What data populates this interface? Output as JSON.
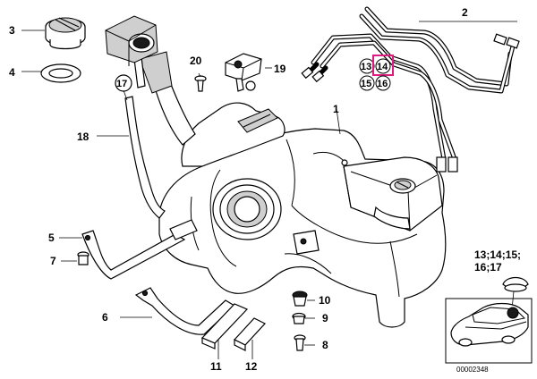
{
  "callouts": {
    "c1": "1",
    "c2": "2",
    "c3": "3",
    "c4": "4",
    "c5": "5",
    "c6": "6",
    "c7": "7",
    "c8": "8",
    "c9": "9",
    "c10": "10",
    "c11": "11",
    "c12": "12",
    "c13": "13",
    "c14": "14",
    "c15": "15",
    "c16": "16",
    "c17": "17",
    "c18": "18",
    "c19": "19",
    "c20": "20"
  },
  "inset": {
    "line1": "13;14;15;",
    "line2": "16;17"
  },
  "diagram_number": "00002348",
  "highlight_color": "#e0197d"
}
